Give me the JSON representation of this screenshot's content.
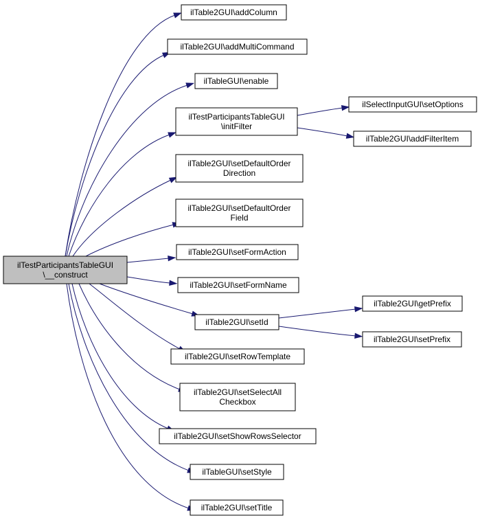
{
  "diagram": {
    "type": "call-graph",
    "nodes": [
      {
        "id": "root",
        "lines": [
          "ilTestParticipantsTableGUI",
          "\\__construct"
        ],
        "root": true
      },
      {
        "id": "addColumn",
        "lines": [
          "ilTable2GUI\\addColumn"
        ]
      },
      {
        "id": "addMultiCommand",
        "lines": [
          "ilTable2GUI\\addMultiCommand"
        ]
      },
      {
        "id": "enable",
        "lines": [
          "ilTableGUI\\enable"
        ]
      },
      {
        "id": "initFilter",
        "lines": [
          "ilTestParticipantsTableGUI",
          "\\initFilter"
        ]
      },
      {
        "id": "setDefaultOrderDirection",
        "lines": [
          "ilTable2GUI\\setDefaultOrder",
          "Direction"
        ]
      },
      {
        "id": "setDefaultOrderField",
        "lines": [
          "ilTable2GUI\\setDefaultOrder",
          "Field"
        ]
      },
      {
        "id": "setFormAction",
        "lines": [
          "ilTable2GUI\\setFormAction"
        ]
      },
      {
        "id": "setFormName",
        "lines": [
          "ilTable2GUI\\setFormName"
        ]
      },
      {
        "id": "setId",
        "lines": [
          "ilTable2GUI\\setId"
        ]
      },
      {
        "id": "setRowTemplate",
        "lines": [
          "ilTable2GUI\\setRowTemplate"
        ]
      },
      {
        "id": "setSelectAllCheckbox",
        "lines": [
          "ilTable2GUI\\setSelectAll",
          "Checkbox"
        ]
      },
      {
        "id": "setShowRowsSelector",
        "lines": [
          "ilTable2GUI\\setShowRowsSelector"
        ]
      },
      {
        "id": "setStyle",
        "lines": [
          "ilTableGUI\\setStyle"
        ]
      },
      {
        "id": "setTitle",
        "lines": [
          "ilTable2GUI\\setTitle"
        ]
      },
      {
        "id": "setOptions",
        "lines": [
          "ilSelectInputGUI\\setOptions"
        ]
      },
      {
        "id": "addFilterItem",
        "lines": [
          "ilTable2GUI\\addFilterItem"
        ]
      },
      {
        "id": "getPrefix",
        "lines": [
          "ilTable2GUI\\getPrefix"
        ]
      },
      {
        "id": "setPrefix",
        "lines": [
          "ilTable2GUI\\setPrefix"
        ]
      }
    ],
    "edges": [
      {
        "from": "root",
        "to": "addColumn"
      },
      {
        "from": "root",
        "to": "addMultiCommand"
      },
      {
        "from": "root",
        "to": "enable"
      },
      {
        "from": "root",
        "to": "initFilter"
      },
      {
        "from": "root",
        "to": "setDefaultOrderDirection"
      },
      {
        "from": "root",
        "to": "setDefaultOrderField"
      },
      {
        "from": "root",
        "to": "setFormAction"
      },
      {
        "from": "root",
        "to": "setFormName"
      },
      {
        "from": "root",
        "to": "setId"
      },
      {
        "from": "root",
        "to": "setRowTemplate"
      },
      {
        "from": "root",
        "to": "setSelectAllCheckbox"
      },
      {
        "from": "root",
        "to": "setShowRowsSelector"
      },
      {
        "from": "root",
        "to": "setStyle"
      },
      {
        "from": "root",
        "to": "setTitle"
      },
      {
        "from": "initFilter",
        "to": "setOptions"
      },
      {
        "from": "initFilter",
        "to": "addFilterItem"
      },
      {
        "from": "setId",
        "to": "getPrefix"
      },
      {
        "from": "setId",
        "to": "setPrefix"
      }
    ],
    "colors": {
      "edge": "#191970",
      "root_fill": "#bfbfbf",
      "node_fill": "#ffffff",
      "border": "#000000"
    }
  }
}
